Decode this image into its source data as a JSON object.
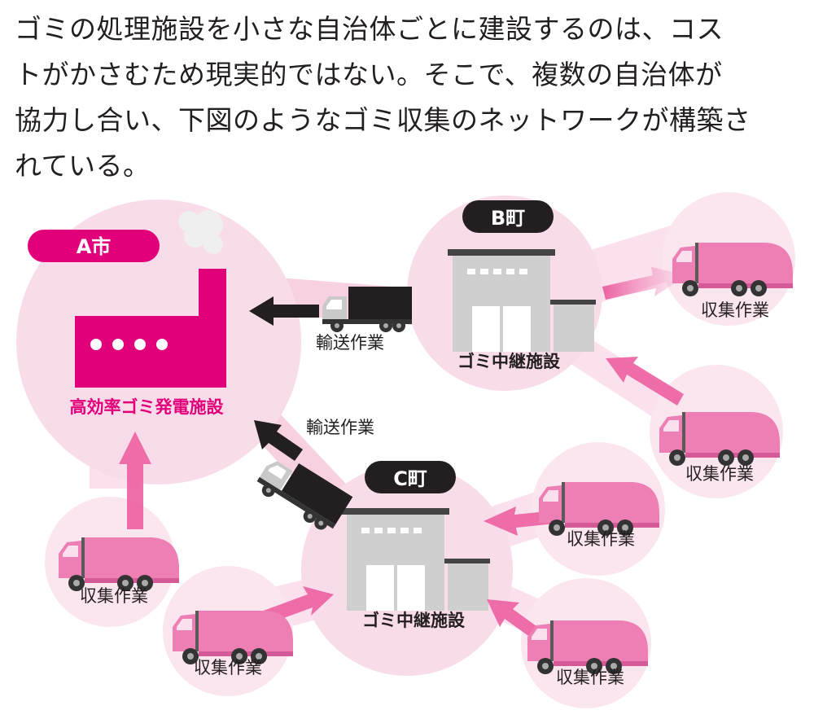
{
  "intro": {
    "lines": [
      "ゴミの処理施設を小さな自治体ごとに建設するのは、コス",
      "トがかさむため現実的ではない。そこで、複数の自治体が",
      "協力し合い、下図のようなゴミ収集のネットワークが構築さ",
      "れている。"
    ]
  },
  "diagram": {
    "city_a": {
      "name": "A市",
      "facility": "高効率ゴミ発電施設"
    },
    "town_b": {
      "name": "B町",
      "facility": "ゴミ中継施設"
    },
    "town_c": {
      "name": "C町",
      "facility": "ゴミ中継施設"
    },
    "transport_label": "輸送作業",
    "collection_label": "収集作業"
  },
  "colors": {
    "magenta": "#e2007a",
    "pink_circle": "#f9dcea",
    "pink_band": "#f7d0e2",
    "truck_pink": "#ee7fb5",
    "dark": "#231f20",
    "building_gray": "#cfcfd0"
  }
}
